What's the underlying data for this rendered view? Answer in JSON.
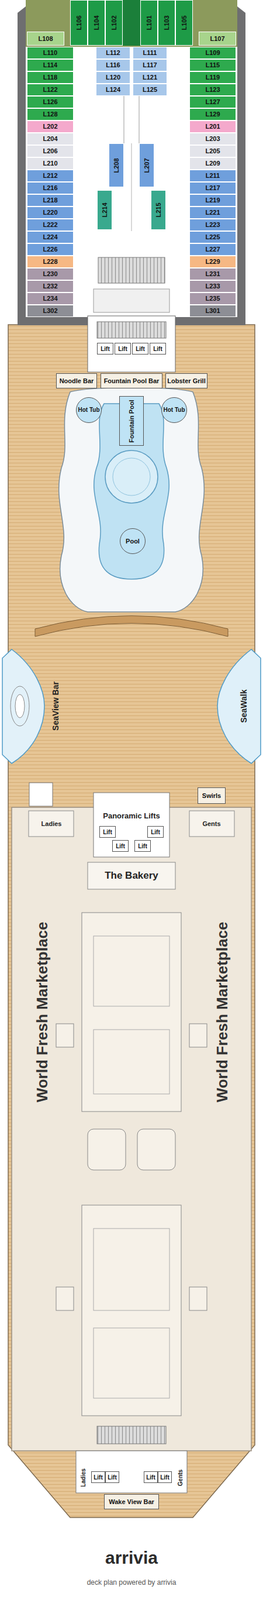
{
  "diagram": {
    "caption": "deck plan powered by arrivia",
    "nodes": [
      {
        "text": [
          "L108"
        ]
      },
      {
        "text": [
          "L106"
        ]
      },
      {
        "text": [
          "L104"
        ]
      },
      {
        "text": [
          "L102"
        ]
      },
      {
        "text": [
          "L101"
        ]
      },
      {
        "text": [
          "L103"
        ]
      },
      {
        "text": [
          "L105"
        ]
      },
      {
        "text": [
          "L107"
        ]
      },
      {
        "text": [
          "L110"
        ]
      },
      {
        "text": [
          "L112"
        ]
      },
      {
        "text": [
          "L111"
        ]
      },
      {
        "text": [
          "L109"
        ]
      },
      {
        "text": [
          "L114"
        ]
      },
      {
        "text": [
          "L116"
        ]
      },
      {
        "text": [
          "L117"
        ]
      },
      {
        "text": [
          "L115"
        ]
      },
      {
        "text": [
          "L118"
        ]
      },
      {
        "text": [
          "L120"
        ]
      },
      {
        "text": [
          "L121"
        ]
      },
      {
        "text": [
          "L119"
        ]
      },
      {
        "text": [
          "L122"
        ]
      },
      {
        "text": [
          "L124"
        ]
      },
      {
        "text": [
          "L125"
        ]
      },
      {
        "text": [
          "L123"
        ]
      },
      {
        "text": [
          "L126"
        ]
      },
      {
        "text": [
          "L127"
        ]
      },
      {
        "text": [
          "L128"
        ]
      },
      {
        "text": [
          "L129"
        ]
      },
      {
        "text": [
          "L202"
        ]
      },
      {
        "text": [
          "L201"
        ]
      },
      {
        "text": [
          "L204"
        ]
      },
      {
        "text": [
          "L203"
        ]
      },
      {
        "text": [
          "L208"
        ]
      },
      {
        "text": [
          "L207"
        ]
      },
      {
        "text": [
          "L206"
        ]
      },
      {
        "text": [
          "L205"
        ]
      },
      {
        "text": [
          "L210"
        ]
      },
      {
        "text": [
          "L209"
        ]
      },
      {
        "text": [
          "L212"
        ]
      },
      {
        "text": [
          "L211"
        ]
      },
      {
        "text": [
          "L216"
        ]
      },
      {
        "text": [
          "L217"
        ]
      },
      {
        "text": [
          "L214"
        ]
      },
      {
        "text": [
          "L215"
        ]
      },
      {
        "text": [
          "L218"
        ]
      },
      {
        "text": [
          "L219"
        ]
      },
      {
        "text": [
          "L220"
        ]
      },
      {
        "text": [
          "L221"
        ]
      },
      {
        "text": [
          "L222"
        ]
      },
      {
        "text": [
          "L223"
        ]
      },
      {
        "text": [
          "L224"
        ]
      },
      {
        "text": [
          "L225"
        ]
      },
      {
        "text": [
          "L226"
        ]
      },
      {
        "text": [
          "L227"
        ]
      },
      {
        "text": [
          "L228"
        ]
      },
      {
        "text": [
          "L229"
        ]
      },
      {
        "text": [
          "L230"
        ]
      },
      {
        "text": [
          "L231"
        ]
      },
      {
        "text": [
          "L232"
        ]
      },
      {
        "text": [
          "L233"
        ]
      },
      {
        "text": [
          "L234"
        ]
      },
      {
        "text": [
          "L235"
        ]
      },
      {
        "text": [
          "L302"
        ]
      },
      {
        "text": [
          "L301"
        ]
      },
      {
        "text": [
          "Lift"
        ]
      },
      {
        "text": [
          "Lift"
        ]
      },
      {
        "text": [
          "Lift"
        ]
      },
      {
        "text": [
          "Lift"
        ]
      },
      {
        "text": [
          "Noodle Bar"
        ]
      },
      {
        "text": [
          "Fountain Pool Bar"
        ]
      },
      {
        "text": [
          "Lobster Grill"
        ]
      },
      {
        "text": [
          "Hot Tub"
        ]
      },
      {
        "text": [
          "Hot Tub"
        ]
      },
      {
        "text": [
          "Fountain Pool"
        ]
      },
      {
        "text": [
          "Pool"
        ]
      },
      {
        "text": [
          "Swirls"
        ]
      },
      {
        "text": [
          "Lift"
        ]
      },
      {
        "text": [
          "Lift"
        ]
      },
      {
        "text": [
          "Lift"
        ]
      },
      {
        "text": [
          "Lift"
        ]
      },
      {
        "text": [
          "Lift"
        ]
      },
      {
        "text": [
          "Lift"
        ]
      },
      {
        "text": [
          "Lift"
        ]
      },
      {
        "text": [
          "Lift"
        ]
      },
      {
        "text": [
          "Wake View Bar"
        ]
      }
    ],
    "labels": [
      "SeaView Bar",
      "SeaWalk",
      "Panoramic Lifts",
      "Ladies",
      "Gents",
      "The Bakery",
      "World Fresh Marketplace",
      "World Fresh Marketplace",
      "Ladies",
      "Gents",
      "arrivia"
    ]
  }
}
